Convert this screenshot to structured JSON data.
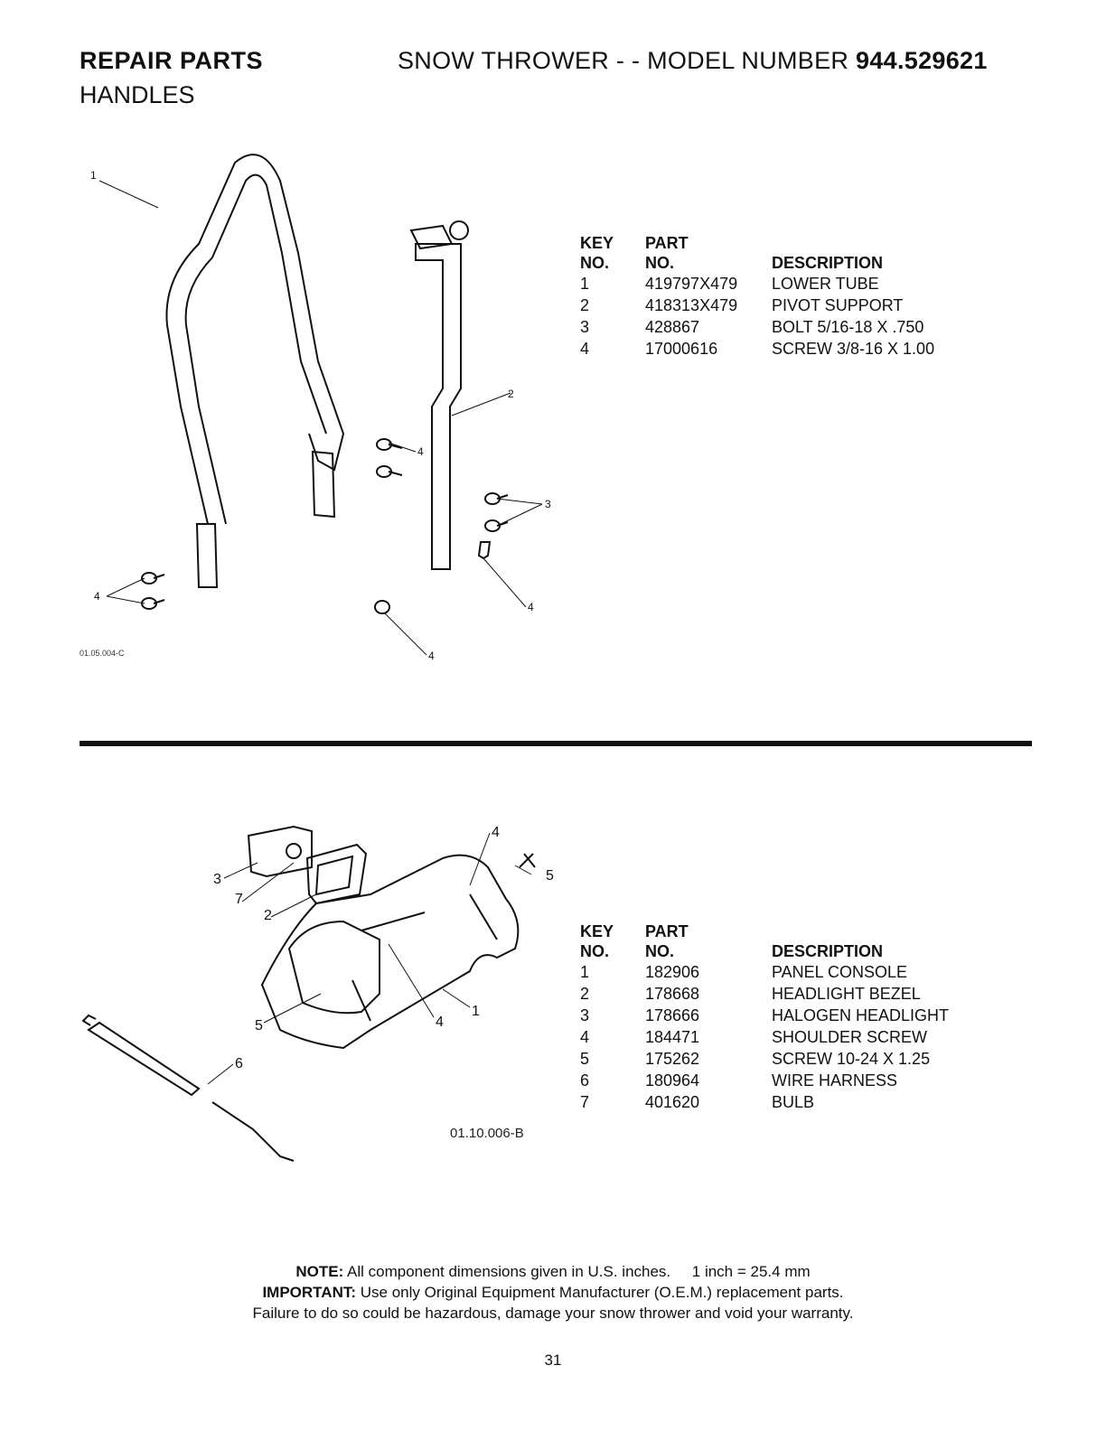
{
  "header": {
    "section": "REPAIR PARTS",
    "subsection": "HANDLES",
    "product_prefix": "SNOW THROWER - - MODEL NUMBER",
    "model_number": "944.529621"
  },
  "diagram1": {
    "code": "01.05.004-C",
    "callouts": [
      "1",
      "2",
      "3",
      "4",
      "4",
      "4",
      "4"
    ]
  },
  "table1": {
    "headers": {
      "key_line1": "KEY",
      "key_line2": "NO.",
      "part_line1": "PART",
      "part_line2": "NO.",
      "description": "DESCRIPTION"
    },
    "rows": [
      {
        "key": "1",
        "part": "419797X479",
        "description": "LOWER TUBE"
      },
      {
        "key": "2",
        "part": "418313X479",
        "description": "PIVOT SUPPORT"
      },
      {
        "key": "3",
        "part": "428867",
        "description": "BOLT 5/16-18 X .750"
      },
      {
        "key": "4",
        "part": "17000616",
        "description": "SCREW 3/8-16 X 1.00"
      }
    ]
  },
  "diagram2": {
    "code": "01.10.006-B",
    "callouts": [
      "1",
      "2",
      "3",
      "4",
      "4",
      "5",
      "5",
      "6",
      "7"
    ]
  },
  "table2": {
    "headers": {
      "key_line1": "KEY",
      "key_line2": "NO.",
      "part_line1": "PART",
      "part_line2": "NO.",
      "description": "DESCRIPTION"
    },
    "rows": [
      {
        "key": "1",
        "part": "182906",
        "description": "PANEL CONSOLE"
      },
      {
        "key": "2",
        "part": "178668",
        "description": "HEADLIGHT BEZEL"
      },
      {
        "key": "3",
        "part": "178666",
        "description": "HALOGEN HEADLIGHT"
      },
      {
        "key": "4",
        "part": "184471",
        "description": "SHOULDER SCREW"
      },
      {
        "key": "5",
        "part": "175262",
        "description": "SCREW 10-24 X 1.25"
      },
      {
        "key": "6",
        "part": "180964",
        "description": "WIRE HARNESS"
      },
      {
        "key": "7",
        "part": "401620",
        "description": "BULB"
      }
    ]
  },
  "footer": {
    "note_label": "NOTE:",
    "note_text": "All component dimensions given in U.S. inches.     1 inch = 25.4 mm",
    "important_label": "IMPORTANT:",
    "important_text": "Use only Original Equipment Manufacturer (O.E.M.) replacement parts.",
    "warning_text": "Failure to do so could be hazardous, damage your snow thrower and void your warranty.",
    "page_number": "31"
  }
}
